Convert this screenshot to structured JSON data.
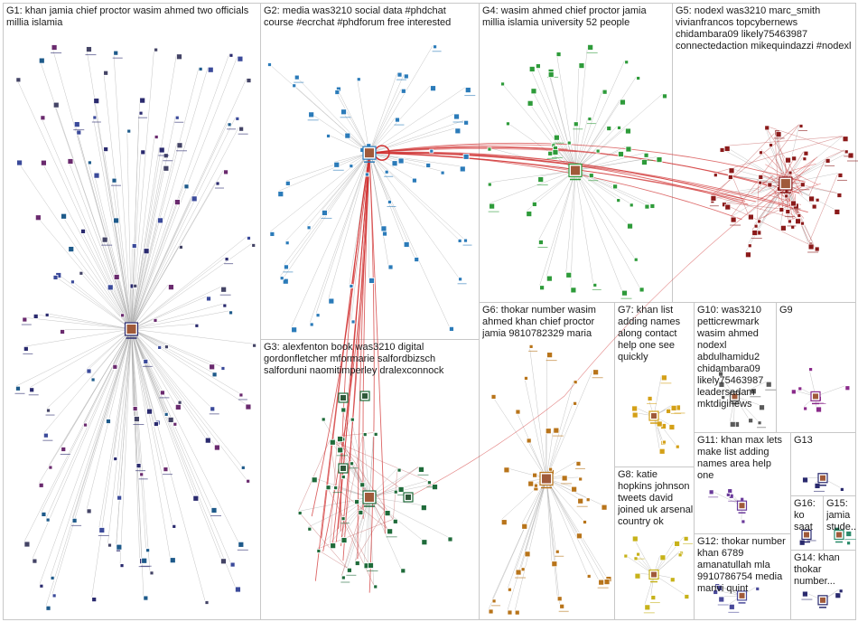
{
  "graph": {
    "background": "#ffffff",
    "border_color": "#c8c8c8",
    "edge_color": "#b0b0b0",
    "highlight_edge_color": "#d03030",
    "groups": [
      {
        "id": "G1",
        "label": "G1: khan jamia chief proctor wasim ahmed two officials millia islamia",
        "layout": "star",
        "node_color": "#2a2a6e",
        "hub_icon": "person-photo"
      },
      {
        "id": "G2",
        "label": "G2: media was3210 social data #phdchat course #ecrchat #phdforum free interested",
        "layout": "star",
        "node_color": "#2b7bb9",
        "hub_icon": "person-photo"
      },
      {
        "id": "G4",
        "label": "G4: wasim ahmed chief proctor jamia millia islamia university 52 people",
        "layout": "star",
        "node_color": "#2e9b3a",
        "hub_icon": "person-photo"
      },
      {
        "id": "G5",
        "label": "G5: nodexl was3210 marc_smith vivianfrancos topcybernews chidambara09 likely75463987 connectedaction mikequindazzi #nodexl",
        "layout": "cluster",
        "node_color": "#8b1a1a",
        "hub_icon": "person-photo"
      },
      {
        "id": "G3",
        "label": "G3: alexfenton book was3210 digital gordonfletcher mformarie salfordbizsch salforduni naomitimperley dralexconnock",
        "layout": "cluster",
        "node_color": "#1f6b3a",
        "hub_icon": "person-photo"
      },
      {
        "id": "G6",
        "label": "G6: thokar number wasim ahmed khan chief proctor jamia 9810782329 maria",
        "layout": "star",
        "node_color": "#b8741a",
        "hub_icon": "person-photo"
      },
      {
        "id": "G7",
        "label": "G7: khan list adding names along contact help one see quickly",
        "layout": "star",
        "node_color": "#d4a017",
        "hub_icon": "person-photo"
      },
      {
        "id": "G10",
        "label": "G10: was3210 petticrewmark wasim ahmed nodexl abdulhamidu2 chidambara09 likely75463987 leadersadam mktdiginews",
        "layout": "star",
        "node_color": "#5a5a5a",
        "hub_icon": "person-photo"
      },
      {
        "id": "G9",
        "label": "G9",
        "layout": "star",
        "node_color": "#8a2a8a",
        "hub_icon": "person-photo"
      },
      {
        "id": "G8",
        "label": "G8: katie hopkins johnson tweets david joined uk arsenal country ok",
        "layout": "star",
        "node_color": "#c7b21a",
        "hub_icon": "person-photo"
      },
      {
        "id": "G11",
        "label": "G11: khan max lets make list adding names area help one",
        "layout": "star",
        "node_color": "#6a3a9a",
        "hub_icon": "person-photo"
      },
      {
        "id": "G13",
        "label": "G13",
        "layout": "star",
        "node_color": "#2a2a6e",
        "hub_icon": "person-photo"
      },
      {
        "id": "G16",
        "label": "G16: ko saat",
        "layout": "star",
        "node_color": "#2a2a6e",
        "hub_icon": "person-photo"
      },
      {
        "id": "G15",
        "label": "G15: jamia stude...",
        "layout": "star",
        "node_color": "#2a8a6a",
        "hub_icon": "person-photo"
      },
      {
        "id": "G12",
        "label": "G12: thokar number khan 6789 amanatullah mla 9910786754 media manvi quint",
        "layout": "star",
        "node_color": "#4a4a9a",
        "hub_icon": "person-photo"
      },
      {
        "id": "G14",
        "label": "G14: khan thokar number...",
        "layout": "star",
        "node_color": "#2a2a6e",
        "hub_icon": "person-photo"
      }
    ]
  }
}
